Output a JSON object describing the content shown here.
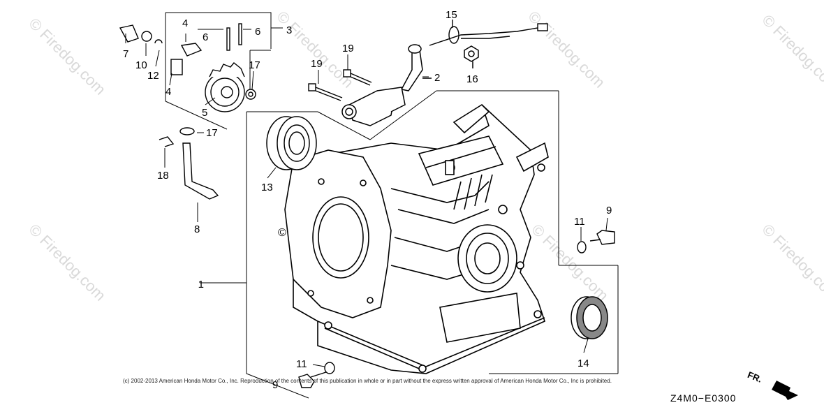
{
  "watermark": {
    "text": "© Firedog.com"
  },
  "parts": {
    "p1": "1",
    "p2": "2",
    "p3": "3",
    "p4a": "4",
    "p4b": "4",
    "p5": "5",
    "p6a": "6",
    "p6b": "6",
    "p7": "7",
    "p8": "8",
    "p9a": "9",
    "p9b": "9",
    "p10": "10",
    "p11a": "11",
    "p11b": "11",
    "p12": "12",
    "p13": "13",
    "p14": "14",
    "p15": "15",
    "p16": "16",
    "p17a": "17",
    "p17b": "17",
    "p18": "18",
    "p19a": "19",
    "p19b": "19"
  },
  "footer": {
    "copyright": "(c) 2002-2013 American Honda Motor Co., Inc. Reproduction of the contents of this publication in whole or in part without the express written approval of American Honda Motor Co., Inc is prohibited.",
    "diagram_code": "Z4M0−E0300",
    "direction_label": "FR."
  }
}
